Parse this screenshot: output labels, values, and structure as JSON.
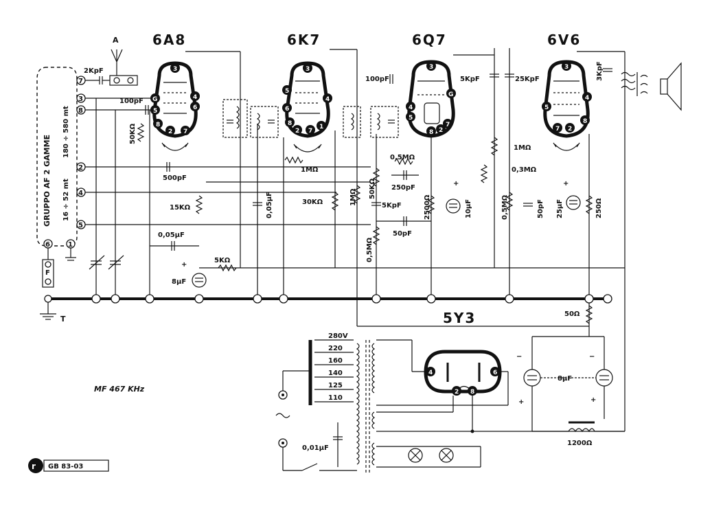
{
  "tubes": {
    "t1": "6A8",
    "t2": "6K7",
    "t3": "6Q7",
    "t4": "6V6",
    "rect": "5Y3"
  },
  "gruppo": {
    "title": "GRUPPO AF  2 GAMME",
    "band1": "180 ÷ 580 mt",
    "band2": "16 ÷ 52 mt"
  },
  "terminals": [
    "7",
    "3",
    "8",
    "2",
    "4",
    "5",
    "6",
    "1"
  ],
  "antenna": "A",
  "ground": "T",
  "fuse": "F",
  "components": {
    "c_2kpf": "2KpF",
    "c_100pf_a": "100pF",
    "r_50k_a": "50KΩ",
    "c_500pf": "500pF",
    "r_15k": "15KΩ",
    "c_005_a": "0,05μF",
    "r_5k": "5KΩ",
    "c_8uf_a": "8μF",
    "r_1m_a": "1MΩ",
    "c_005_b": "0,05μF",
    "r_30k": "30KΩ",
    "r_1m_b": "1MΩ",
    "c_100pf_b": "100pF",
    "r_50k_b": "50KΩ",
    "r_05m_a": "0,5MΩ",
    "c_250pf": "250pF",
    "c_5kpf_a": "5KpF",
    "r_2500": "2500Ω",
    "c_10uf": "10μF",
    "c_50pf_a": "50pF",
    "r_05m_b": "0,5MΩ",
    "c_5kpf_b": "5KpF",
    "c_25kpf": "25KpF",
    "r_1m_c": "1MΩ",
    "r_03m": "0,3MΩ",
    "r_05m_c": "0,5MΩ",
    "c_50pf_b": "50pF",
    "c_25uf": "25μF",
    "r_250": "250Ω",
    "c_3kpf": "3KpF",
    "r_50": "50Ω",
    "c_8uf_b": "8μF",
    "choke": "1200Ω",
    "c_001": "0,01μF"
  },
  "mains_taps": [
    "280V",
    "220",
    "160",
    "140",
    "125",
    "110"
  ],
  "if_freq": "MF 467 KHz",
  "catalog": "GB 83-03",
  "pins": {
    "t1": [
      "3",
      "G",
      "4",
      "5",
      "6",
      "8",
      "2",
      "7"
    ],
    "t2": [
      "3",
      "5",
      "4",
      "6",
      "8",
      "2",
      "7",
      "1"
    ],
    "t3": [
      "3",
      "G",
      "4",
      "5",
      "8",
      "2",
      "7"
    ],
    "t4": [
      "3",
      "5",
      "4",
      "8",
      "2",
      "7"
    ],
    "rect": [
      "4",
      "6",
      "2",
      "8"
    ]
  }
}
